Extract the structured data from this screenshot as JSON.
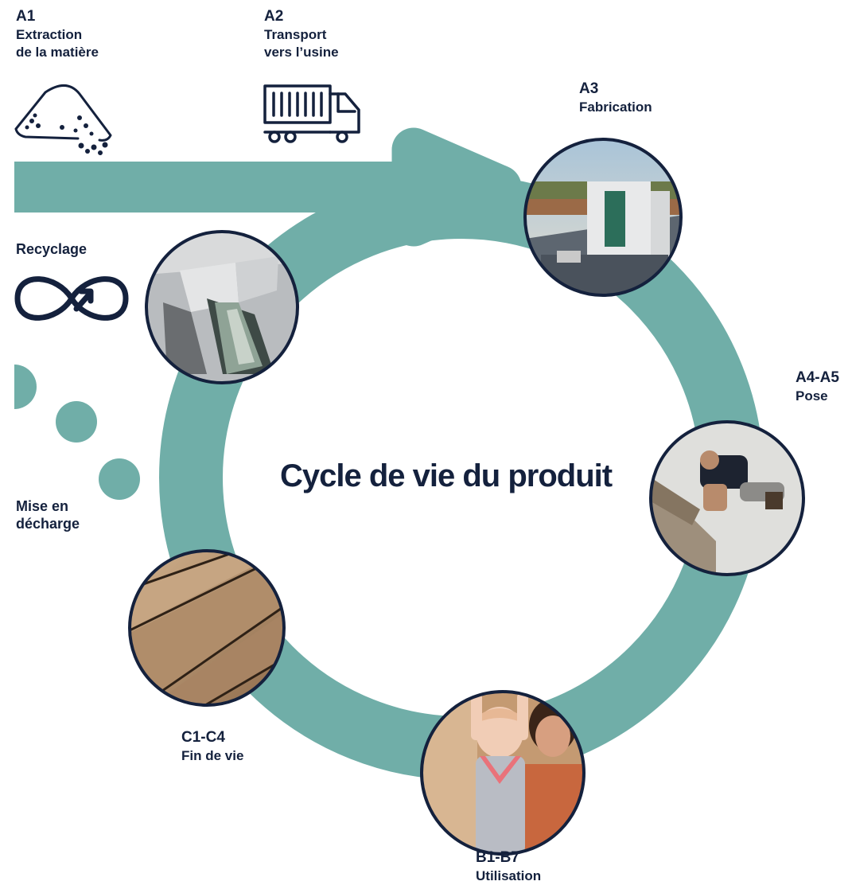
{
  "title": "Cycle de vie du produit",
  "colors": {
    "accent": "#70aea8",
    "navy": "#14213d",
    "background": "#ffffff"
  },
  "stages": {
    "a1": {
      "code": "A1",
      "line1": "Extraction",
      "line2": "de la matière",
      "icon": "sand-pile-icon"
    },
    "a2": {
      "code": "A2",
      "line1": "Transport",
      "line2": "vers l’usine",
      "icon": "truck-icon"
    },
    "a3": {
      "code": "A3",
      "label": "Fabrication",
      "photo": "factory-photo"
    },
    "a4a5": {
      "code": "A4-A5",
      "label": "Pose",
      "photo": "installer-photo"
    },
    "b1b7": {
      "code": "B1-B7",
      "label": "Utilisation",
      "photo": "family-photo"
    },
    "c1c4": {
      "code": "C1-C4",
      "label": "Fin de vie",
      "photo": "planks-photo"
    }
  },
  "recycling": {
    "label": "Recyclage",
    "icon": "infinity-icon",
    "photo": "recycling-photo"
  },
  "landfill": {
    "line1": "Mise en",
    "line2": "décharge"
  }
}
